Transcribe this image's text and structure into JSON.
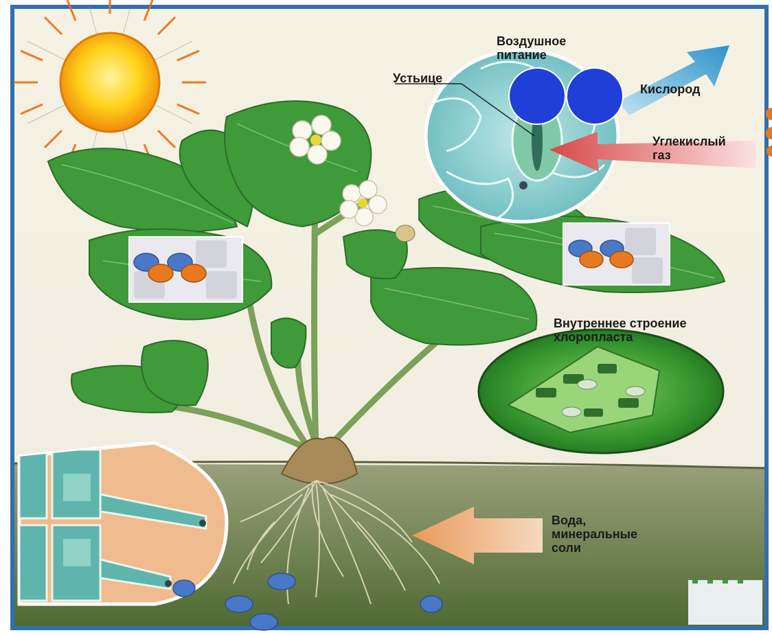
{
  "labels": {
    "air_nutrition": [
      "Воздушное",
      "питание"
    ],
    "stomata": "Устьице",
    "oxygen": "Кислород",
    "carbon_dioxide": [
      "Углекислый",
      "газ"
    ],
    "chloroplast": [
      "Внутреннее строение",
      "хлоропласта"
    ],
    "water": [
      "Вода,",
      "минеральные",
      "соли"
    ]
  },
  "icons": [
    "sun-icon",
    "plant-icon",
    "stomata-magnified-icon",
    "chloroplast-icon",
    "root-hair-magnified-icon",
    "molecule-icon"
  ],
  "colors": {
    "frame": "#2f6fb3",
    "oxygen_molecule": "#1f3fd6",
    "molecule_blue": "#4a78c8",
    "molecule_orange": "#e8791f",
    "leaf": "#3f9a3a",
    "soil": "#6f7a4f",
    "oxygen_arrow": "#4aa6d2",
    "co2_arrow": "#e06a6a",
    "water_arrow": "#f0b585"
  }
}
